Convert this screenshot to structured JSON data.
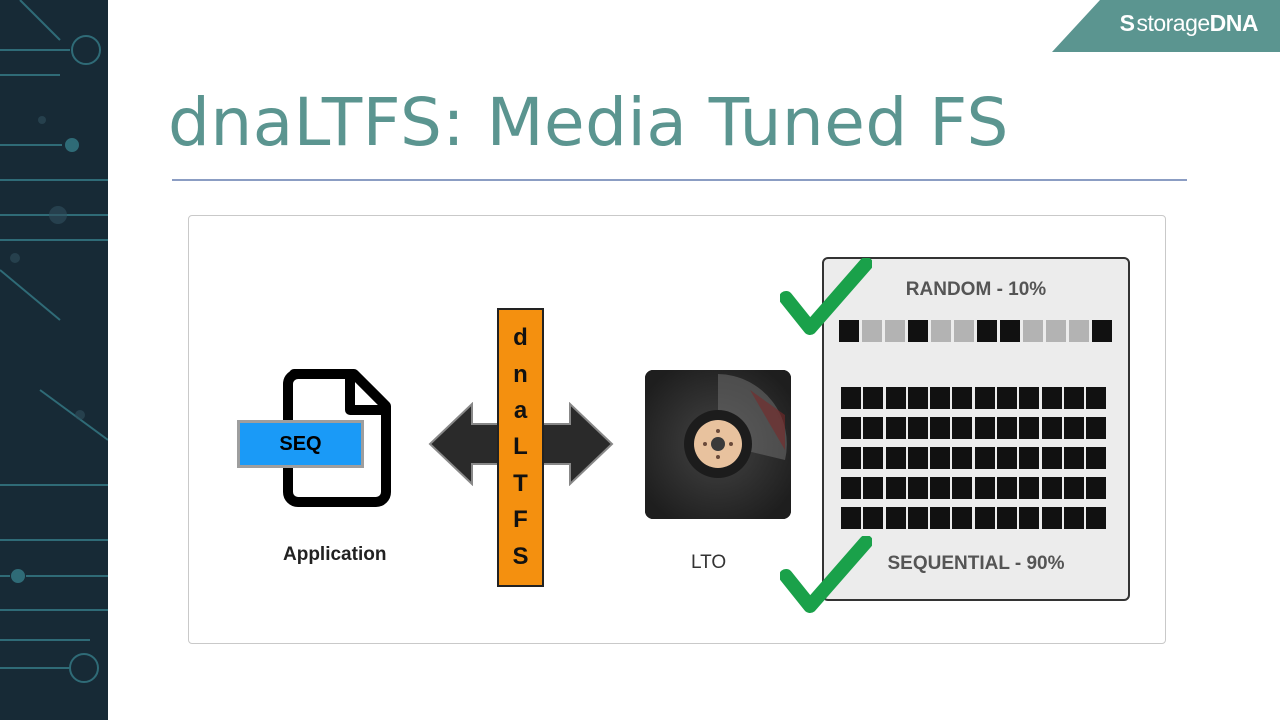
{
  "slide": {
    "title": "dnaLTFS: Media Tuned FS",
    "brand": {
      "prefix": "storage",
      "suffix": "DNA",
      "mark": "S"
    }
  },
  "diagram": {
    "application_label": "Application",
    "file_badge": "SEQ",
    "filesystem_letters": [
      "d",
      "n",
      "a",
      "L",
      "T",
      "F",
      "S"
    ],
    "tape_label": "LTO",
    "random_caption": "RANDOM - 10%",
    "sequential_caption": "SEQUENTIAL - 90%",
    "random_row_pattern": [
      "dark",
      "light",
      "light",
      "dark",
      "light",
      "light",
      "dark",
      "dark",
      "light",
      "light",
      "light",
      "dark"
    ],
    "sequential_rows": 5,
    "sequential_cols": 12
  },
  "colors": {
    "accent": "#5b9590",
    "strip": "#172a36",
    "badge": "#1a9af7",
    "filesystem_bar": "#f4900f",
    "check": "#1aa14a",
    "dark_block": "#111111",
    "light_block": "#b3b3b3"
  },
  "icons": [
    "file-icon",
    "double-arrow-icon",
    "tape-reel-icon",
    "checkmark-icon"
  ]
}
